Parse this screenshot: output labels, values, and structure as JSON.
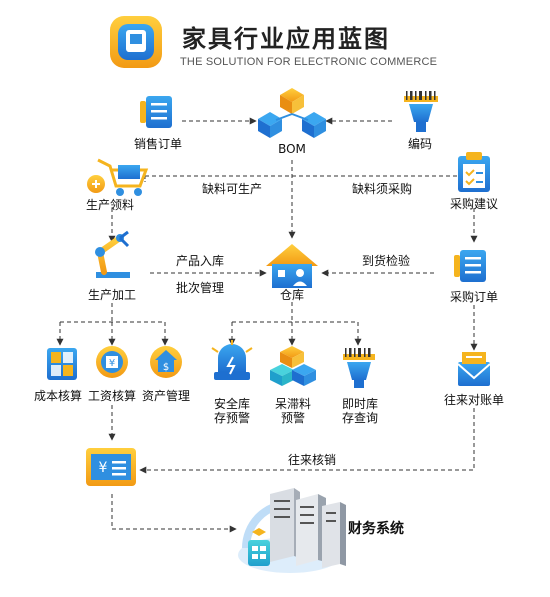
{
  "header": {
    "title": "家具行业应用蓝图",
    "subtitle": "THE SOLUTION FOR ELECTRONIC COMMERCE"
  },
  "nodes": {
    "sales_order": "销售订单",
    "bom": "BOM",
    "code": "编码",
    "production_pick": "生产领料",
    "purchase_suggest": "采购建议",
    "production_process": "生产加工",
    "warehouse": "仓库",
    "purchase_order": "采购订单",
    "cost_accounting": "成本核算",
    "wage_accounting": "工资核算",
    "asset_management": "资产管理",
    "safety_stock_line1": "安全库",
    "safety_stock_line2": "存预警",
    "stagnant_line1": "呆滞料",
    "stagnant_line2": "预警",
    "realtime_line1": "即时库",
    "realtime_line2": "存查询",
    "reconcile_bill": "往来对账单",
    "finance_system": "财务系统"
  },
  "edges": {
    "shortage_can_produce": "缺料可生产",
    "shortage_must_purchase": "缺料须采购",
    "product_in": "产品入库",
    "batch_management": "批次管理",
    "arrival_inspection": "到货检验",
    "reconcile_writeoff": "往来核销"
  },
  "colors": {
    "accent_yellow": "#F5B41E",
    "accent_blue": "#2F8FE0",
    "accent_teal": "#2BB5C9",
    "line": "#333333"
  }
}
